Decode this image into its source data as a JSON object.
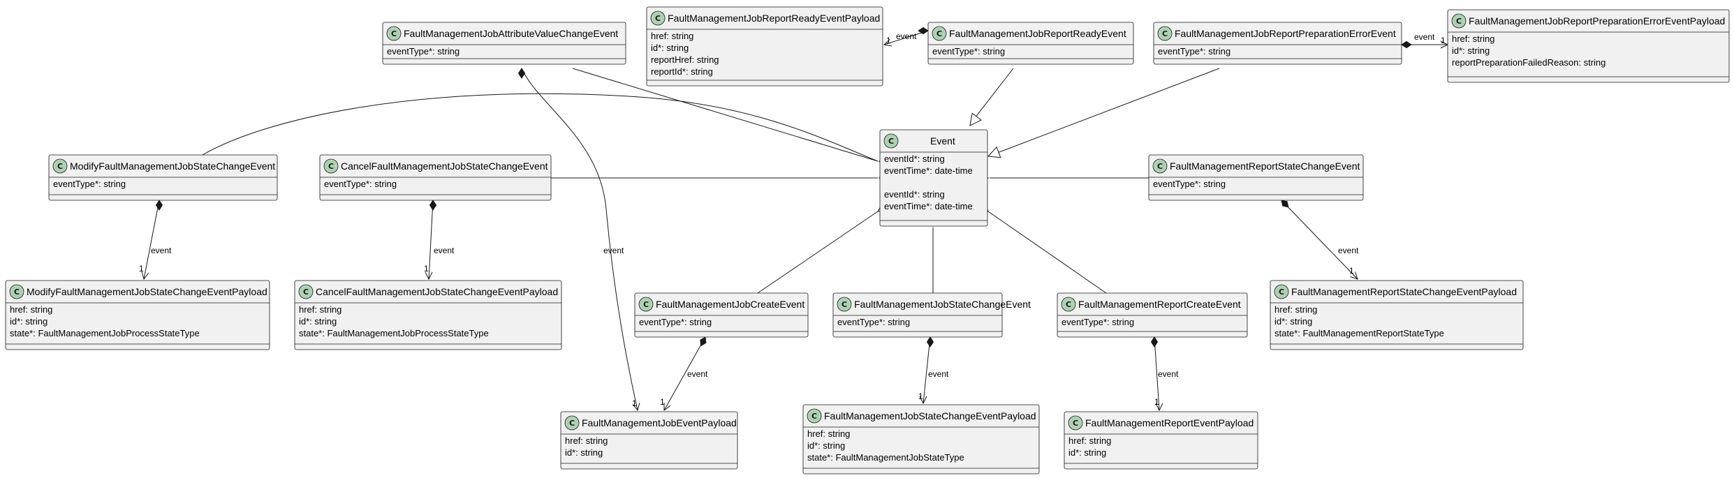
{
  "diagram": {
    "classes": {
      "attrValueChange": {
        "icon": "C",
        "name": "FaultManagementJobAttributeValueChangeEvent",
        "attrs": [
          "eventType*: string"
        ]
      },
      "reportReadyPayload": {
        "icon": "C",
        "name": "FaultManagementJobReportReadyEventPayload",
        "attrs": [
          "href: string",
          "id*: string",
          "reportHref: string",
          "reportId*: string"
        ]
      },
      "reportReady": {
        "icon": "C",
        "name": "FaultManagementJobReportReadyEvent",
        "attrs": [
          "eventType*: string"
        ]
      },
      "reportPrepError": {
        "icon": "C",
        "name": "FaultManagementJobReportPreparationErrorEvent",
        "attrs": [
          "eventType*: string"
        ]
      },
      "reportPrepErrorPayload": {
        "icon": "C",
        "name": "FaultManagementJobReportPreparationErrorEventPayload",
        "attrs": [
          "href: string",
          "id*: string",
          "reportPreparationFailedReason: string"
        ]
      },
      "modifyJob": {
        "icon": "C",
        "name": "ModifyFaultManagementJobStateChangeEvent",
        "attrs": [
          "eventType*: string"
        ]
      },
      "cancelJob": {
        "icon": "C",
        "name": "CancelFaultManagementJobStateChangeEvent",
        "attrs": [
          "eventType*: string"
        ]
      },
      "event": {
        "icon": "C",
        "name": "Event",
        "attrs": [
          "eventId*: string",
          "eventTime*: date-time",
          "",
          "eventId*: string",
          "eventTime*: date-time"
        ]
      },
      "reportStateChange": {
        "icon": "C",
        "name": "FaultManagementReportStateChangeEvent",
        "attrs": [
          "eventType*: string"
        ]
      },
      "modifyJobPayload": {
        "icon": "C",
        "name": "ModifyFaultManagementJobStateChangeEventPayload",
        "attrs": [
          "href: string",
          "id*: string",
          "state*: FaultManagementJobProcessStateType"
        ]
      },
      "cancelJobPayload": {
        "icon": "C",
        "name": "CancelFaultManagementJobStateChangeEventPayload",
        "attrs": [
          "href: string",
          "id*: string",
          "state*: FaultManagementJobProcessStateType"
        ]
      },
      "jobCreate": {
        "icon": "C",
        "name": "FaultManagementJobCreateEvent",
        "attrs": [
          "eventType*: string"
        ]
      },
      "jobStateChange": {
        "icon": "C",
        "name": "FaultManagementJobStateChangeEvent",
        "attrs": [
          "eventType*: string"
        ]
      },
      "reportCreate": {
        "icon": "C",
        "name": "FaultManagementReportCreateEvent",
        "attrs": [
          "eventType*: string"
        ]
      },
      "reportStateChangePayload": {
        "icon": "C",
        "name": "FaultManagementReportStateChangeEventPayload",
        "attrs": [
          "href: string",
          "id*: string",
          "state*: FaultManagementReportStateType"
        ]
      },
      "jobPayload": {
        "icon": "C",
        "name": "FaultManagementJobEventPayload",
        "attrs": [
          "href: string",
          "id*: string"
        ]
      },
      "jobStateChangePayload": {
        "icon": "C",
        "name": "FaultManagementJobStateChangeEventPayload",
        "attrs": [
          "href: string",
          "id*: string",
          "state*: FaultManagementJobStateType"
        ]
      },
      "reportPayload": {
        "icon": "C",
        "name": "FaultManagementReportEventPayload",
        "attrs": [
          "href: string",
          "id*: string"
        ]
      }
    },
    "relations": [
      {
        "kind": "composition",
        "from": "reportReady",
        "to": "reportReadyPayload",
        "label": "event",
        "multiplicity": "1"
      },
      {
        "kind": "composition",
        "from": "reportPrepError",
        "to": "reportPrepErrorPayload",
        "label": "event",
        "multiplicity": "1"
      },
      {
        "kind": "composition",
        "from": "modifyJob",
        "to": "modifyJobPayload",
        "label": "event",
        "multiplicity": "1"
      },
      {
        "kind": "composition",
        "from": "cancelJob",
        "to": "cancelJobPayload",
        "label": "event",
        "multiplicity": "1"
      },
      {
        "kind": "composition",
        "from": "attrValueChange",
        "to": "jobPayload",
        "label": "event",
        "multiplicity": "1"
      },
      {
        "kind": "composition",
        "from": "jobCreate",
        "to": "jobPayload",
        "label": "event",
        "multiplicity": "1"
      },
      {
        "kind": "composition",
        "from": "jobStateChange",
        "to": "jobStateChangePayload",
        "label": "event",
        "multiplicity": "1"
      },
      {
        "kind": "composition",
        "from": "reportCreate",
        "to": "reportPayload",
        "label": "event",
        "multiplicity": "1"
      },
      {
        "kind": "composition",
        "from": "reportStateChange",
        "to": "reportStateChangePayload",
        "label": "event",
        "multiplicity": "1"
      },
      {
        "kind": "inheritance",
        "from": "attrValueChange",
        "to": "event",
        "label": "",
        "multiplicity": ""
      },
      {
        "kind": "inheritance",
        "from": "reportReady",
        "to": "event",
        "label": "",
        "multiplicity": ""
      },
      {
        "kind": "inheritance",
        "from": "reportPrepError",
        "to": "event",
        "label": "",
        "multiplicity": ""
      },
      {
        "kind": "inheritance",
        "from": "modifyJob",
        "to": "event",
        "label": "",
        "multiplicity": ""
      },
      {
        "kind": "inheritance",
        "from": "cancelJob",
        "to": "event",
        "label": "",
        "multiplicity": ""
      },
      {
        "kind": "inheritance",
        "from": "reportStateChange",
        "to": "event",
        "label": "",
        "multiplicity": ""
      },
      {
        "kind": "inheritance",
        "from": "jobCreate",
        "to": "event",
        "label": "",
        "multiplicity": ""
      },
      {
        "kind": "inheritance",
        "from": "jobStateChange",
        "to": "event",
        "label": "",
        "multiplicity": ""
      },
      {
        "kind": "inheritance",
        "from": "reportCreate",
        "to": "event",
        "label": "",
        "multiplicity": ""
      }
    ]
  }
}
